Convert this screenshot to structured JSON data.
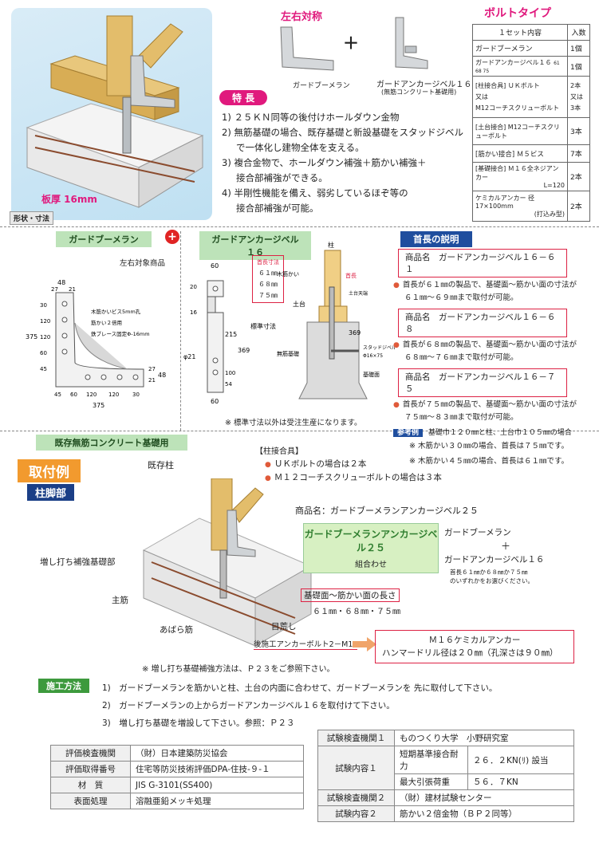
{
  "top": {
    "hero_label": "板厚 16mm",
    "shape_tag": "形状・寸法",
    "symmetric": "左右対称",
    "plus": "＋",
    "part1_name": "ガードブーメラン",
    "part2_name": "ガードアンカージベル１６",
    "part2_sub": "(無筋コンクリート基礎用)",
    "features_title": "特 長",
    "features": [
      "1) ２５ＫＮ同等の後付けホールダウン金物",
      "2) 無筋基礎の場合、既存基礎と新設基礎をスタッドジベル",
      "で一体化し建物全体を支える。",
      "3) 複合金物で、ホールダウン補強＋筋かい補強＋",
      "接合部補強ができる。",
      "4) 半剛性機能を備え、弱劣しているほぞ等の",
      "接合部補強が可能。"
    ]
  },
  "bolt_type": {
    "title": "ボルトタイプ",
    "header_left": "１セット内容",
    "header_right": "入数",
    "rows": [
      {
        "label": "ガードブーメラン",
        "qty": "1個"
      },
      {
        "label": "ガードアンカージベル１６",
        "sub": "61 68 75",
        "qty": "1個"
      },
      {
        "label": "[柱接合具] ＵＫボルト",
        "qty": "2本"
      },
      {
        "label": "又は",
        "qty": "又は"
      },
      {
        "label": "M12コーチスクリューボルト",
        "qty": "3本"
      },
      {
        "label": "[土台接合] M12コーチスクリューボルト",
        "qty": "3本"
      },
      {
        "label": "[筋かい接合] Ｍ５ビス",
        "qty": "7本"
      },
      {
        "label": "[基礎接合] Ｍ１６全ネジアンカー",
        "sub": "L=120",
        "qty": "2本"
      },
      {
        "label": "ケミカルアンカー 径17×100mm",
        "sub": "(打込み型)",
        "qty": "2本"
      }
    ]
  },
  "dims": {
    "boomerang_head": "ガードブーメラン",
    "plus_icon": "+",
    "anchor_head": "ガードアンカージベル１６",
    "symmetric_note": "左右対象商品",
    "b_labels": {
      "w48": "48",
      "w27": "27",
      "w21": "21",
      "h375": "375",
      "v30": "30",
      "v120a": "120",
      "v120b": "120",
      "v60": "60",
      "v45": "45",
      "r27": "27",
      "r21": "21",
      "r48": "48",
      "b45": "45",
      "b60": "60",
      "b120a": "120",
      "b120b": "120",
      "b30": "30",
      "b375": "375",
      "note1": "木筋かいビス5mm孔",
      "note2": "筋かい２倍用",
      "note3": "鉄ブレース固定Φ-16mm"
    },
    "a_labels": {
      "w60": "60",
      "h20": "20",
      "h16": "16",
      "h215": "215",
      "h369": "369",
      "h100": "100",
      "h54": "54",
      "phi": "φ21",
      "b60": "60",
      "std": "標準寸法",
      "neck_title": "首長寸法",
      "neck_vals": [
        "６１㎜",
        "６８㎜",
        "７５㎜"
      ]
    },
    "section": {
      "hashira": "柱",
      "sujikai": "木筋かい",
      "kubi": "首長",
      "dodai": "土台",
      "dodai_ten": "土台天端",
      "muki": "無筋基礎",
      "stud": "スタッドジベル",
      "stud_sub": "Φ16×75",
      "kiso": "基礎面",
      "h369": "369"
    },
    "footnote": "※ 標準寸法以外は受注生産になります。"
  },
  "neck": {
    "title": "首長の説明",
    "items": [
      {
        "name": "商品名　ガードアンカージベル１６－６１",
        "desc1": "首長が６１㎜の製品で、基礎面～筋かい面の寸法が",
        "desc2": "６１㎜～６９㎜まで取付が可能。"
      },
      {
        "name": "商品名　ガードアンカージベル１６－６８",
        "desc1": "首長が６８㎜の製品で、基礎面～筋かい面の寸法が",
        "desc2": "６８㎜～７６㎜まで取付が可能。"
      },
      {
        "name": "商品名　ガードアンカージベル１６－７５",
        "desc1": "首長が７５㎜の製品で、基礎面～筋かい面の寸法が",
        "desc2": "７５㎜～８３㎜まで取付が可能。"
      }
    ],
    "ref_tag": "参考例",
    "ref_text": "基礎巾１２０㎜と柱、土台巾１０５㎜の場合",
    "ref1": "※ 木筋かい３０㎜の場合、首長は７５㎜です。",
    "ref2": "※ 木筋かい４５㎜の場合、首長は６１㎜です。"
  },
  "install": {
    "section_head": "既存無筋コンクリート基礎用",
    "example_tag": "取付例",
    "base_tag": "柱脚部",
    "col_joint_title": "【柱接合具】",
    "col_joint1": "ＵＫボルトの場合は２本",
    "col_joint2": "Ｍ１２コーチスクリューボルトの場合は３本",
    "existing_col": "既存柱",
    "product_name": "商品名：ガードブーメランアンカージベル２５",
    "combo_name": "ガードブーメランアンカージベル２５",
    "combo_sub": "組合わせ",
    "combo_p1": "ガードブーメラン",
    "combo_plus": "＋",
    "combo_p2": "ガードアンカージベル１６",
    "combo_note1": "首長６１㎜か６８㎜か７５㎜",
    "combo_note2": "のいずれかをお選びください。",
    "label_added": "増し打ち補強基礎部",
    "label_main": "主筋",
    "label_abara": "あばら筋",
    "label_face": "基礎面～筋かい面の長さ",
    "label_face_vals": "６１㎜・６８㎜・７５㎜",
    "label_rough": "目荒し",
    "label_post": "後施工アンカーボルト2－M16",
    "chem1": "Ｍ１６ケミカルアンカー",
    "chem2": "ハンマードリル径は２０㎜（孔深さは９０㎜）",
    "footnote": "※ 増し打ち基礎補強方法は、Ｐ２３をご参照下さい。"
  },
  "method": {
    "tag": "施工方法",
    "steps": [
      "1)　ガードブーメランを筋かいと柱、土台の内面に合わせて、ガードブーメランを 先に取付して下さい。",
      "2)　ガードブーメランの上からガードアンカージベル１６を取付けて下さい。",
      "3)　増し打ち基礎を増設して下さい。参照：Ｐ２３"
    ]
  },
  "spec_table": [
    {
      "k": "評価検査機関",
      "v": "（財）日本建築防災協会"
    },
    {
      "k": "評価取得番号",
      "v": "住宅等防災技術評価DPA-住技-９-１"
    },
    {
      "k": "材　質",
      "v": "JIS G-3101(SS400)"
    },
    {
      "k": "表面処理",
      "v": "溶融亜鉛メッキ処理"
    }
  ],
  "test_table": {
    "r1k": "試験検査機関１",
    "r1v": "ものつくり大学　小野研究室",
    "r2k": "試験内容１",
    "r2a_k": "短期基準接合耐力",
    "r2a_v": "２６．２KN(ﾘ) 設当",
    "r2b_k": "最大引張荷重",
    "r2b_v": "５６．７KN",
    "r3k": "試験検査機関２",
    "r3v": "（財）建材試験センター",
    "r4k": "試験内容２",
    "r4v": "筋かい２倍金物（ＢＰ２同等）"
  },
  "colors": {
    "accent": "#e0197d",
    "navy": "#1b3f87",
    "green": "#3d9a3d",
    "orange": "#f29a2e"
  }
}
